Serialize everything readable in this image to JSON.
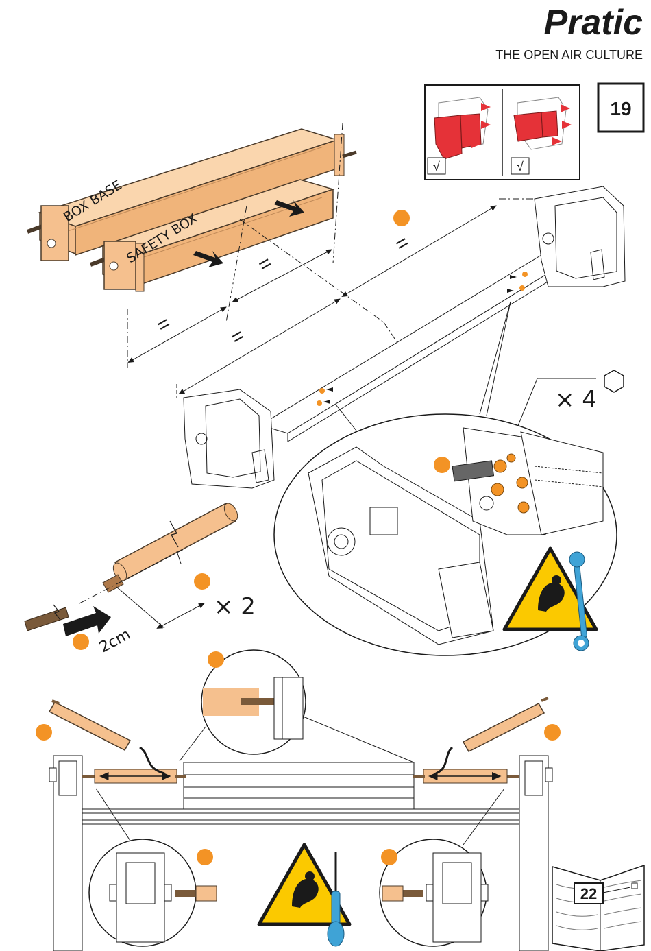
{
  "header": {
    "brand": "Pratic",
    "tagline": "THE OPEN AIR CULTURE"
  },
  "step_number": "19",
  "box_labels": {
    "box_base": "BOX BASE",
    "safety_box": "SAFETY BOX"
  },
  "equal_marks": [
    "=",
    "=",
    "=",
    "="
  ],
  "equal_sign": "=",
  "quantities": {
    "screws": "× 4",
    "roller_ends": "× 2"
  },
  "measure": "2cm",
  "reference_page": "22",
  "check_marks": [
    "√",
    "√"
  ],
  "colors": {
    "box_fill": "#f5c08e",
    "box_stroke": "#4a3a2a",
    "accent_orange": "#f39325",
    "red_part": "#e53238",
    "warning_yellow": "#fbc900",
    "tool_blue": "#3fa3d6",
    "line": "#1a1a1a"
  }
}
